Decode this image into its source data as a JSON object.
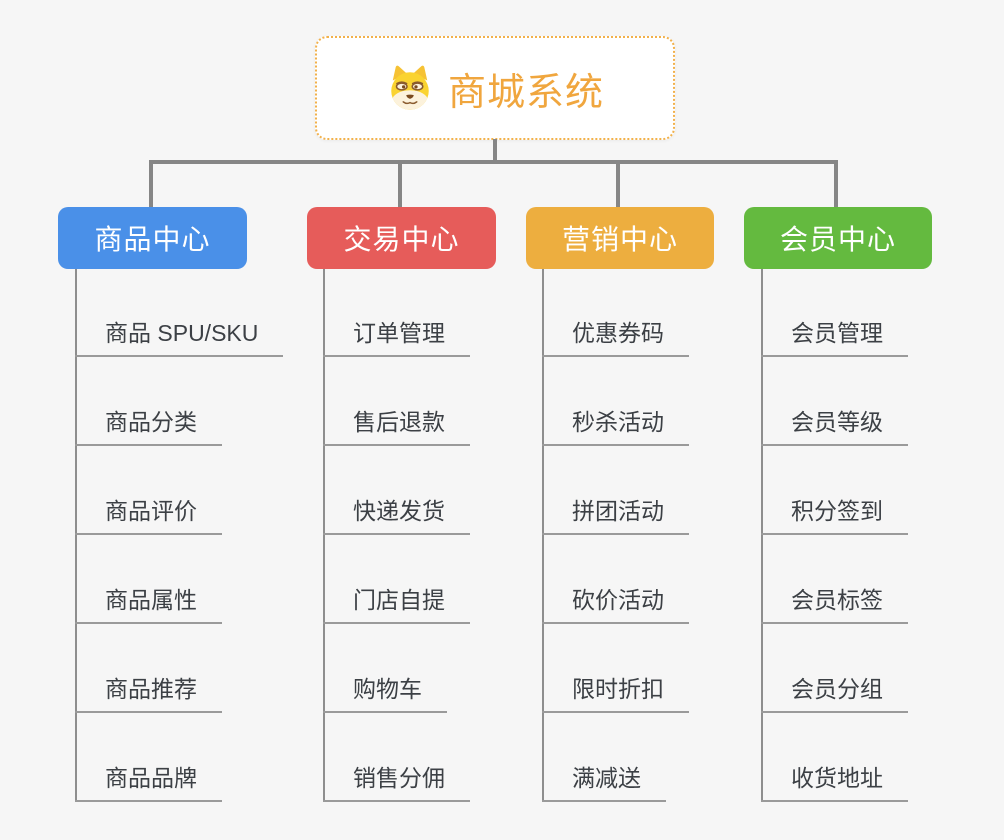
{
  "root": {
    "title": "商城系统",
    "title_color": "#f0a63e",
    "border_color": "#f2b14b",
    "icon": "doge-icon"
  },
  "connector_color": "#868686",
  "branches": [
    {
      "label": "商品中心",
      "color": "#4a90e8",
      "children": [
        "商品 SPU/SKU",
        "商品分类",
        "商品评价",
        "商品属性",
        "商品推荐",
        "商品品牌"
      ]
    },
    {
      "label": "交易中心",
      "color": "#e65c5a",
      "children": [
        "订单管理",
        "售后退款",
        "快递发货",
        "门店自提",
        "购物车",
        "销售分佣"
      ]
    },
    {
      "label": "营销中心",
      "color": "#edae3f",
      "children": [
        "优惠券码",
        "秒杀活动",
        "拼团活动",
        "砍价活动",
        "限时折扣",
        "满减送"
      ]
    },
    {
      "label": "会员中心",
      "color": "#64ba3f",
      "children": [
        "会员管理",
        "会员等级",
        "积分签到",
        "会员标签",
        "会员分组",
        "收货地址"
      ]
    }
  ]
}
